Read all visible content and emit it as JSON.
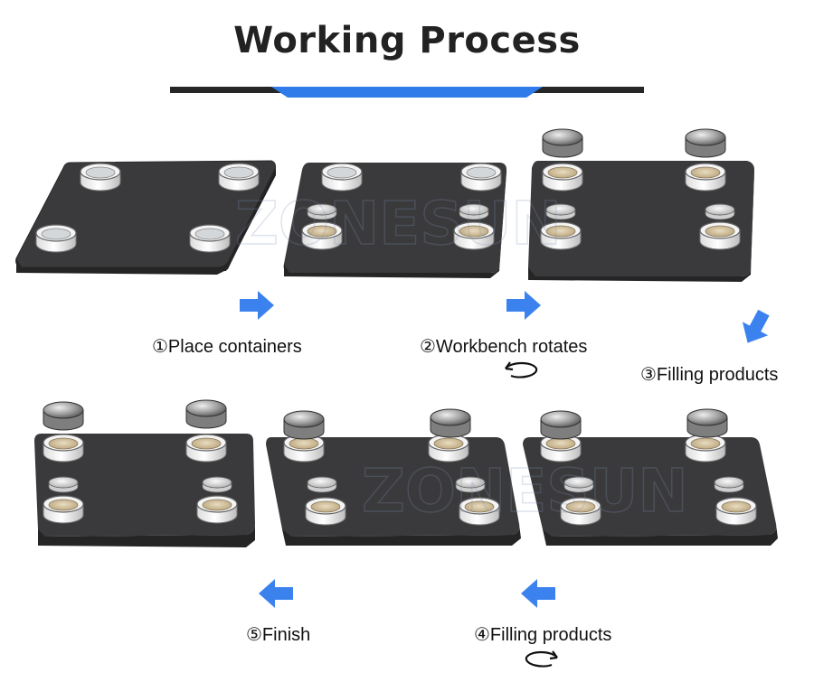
{
  "header": {
    "title": "Working Process"
  },
  "steps": [
    {
      "label": "①Place containers"
    },
    {
      "label": "②Workbench rotates"
    },
    {
      "label": "③Filling products"
    },
    {
      "label": "④Filling products"
    },
    {
      "label": "⑤Finish"
    }
  ],
  "watermark": "ZONESUN",
  "colors": {
    "accent": "#2f7bea",
    "plate": "#3a3a3c",
    "title": "#222222"
  }
}
